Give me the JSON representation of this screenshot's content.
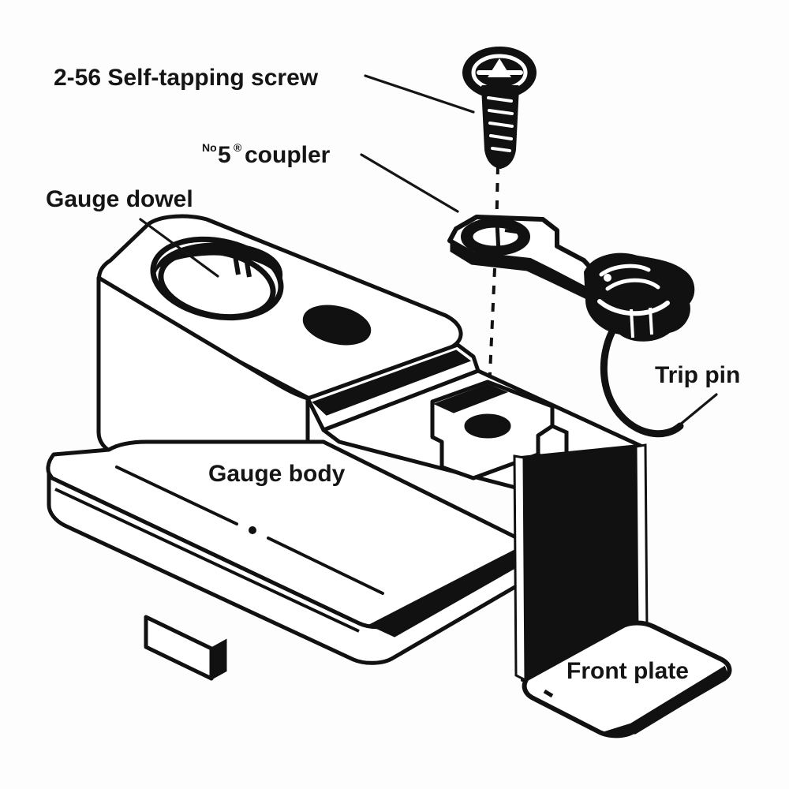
{
  "figure": {
    "title": "Coupler height gauge exploded assembly diagram",
    "style": "black and white technical line drawing",
    "background_color": "#fdfdfd",
    "ink_color": "#111111"
  },
  "labels": {
    "screw": {
      "text": "2-56 Self-tapping screw",
      "name": "label-self-tapping-screw"
    },
    "coupler": {
      "prefix_superscript": "No",
      "number": "5",
      "suffix_superscript": "®",
      "text": " coupler",
      "full_text": "No5® coupler",
      "name": "label-coupler"
    },
    "gauge_dowel": {
      "text": "Gauge  dowel",
      "name": "label-gauge-dowel"
    },
    "gauge_body": {
      "text": "Gauge  body",
      "name": "label-gauge-body"
    },
    "trip_pin": {
      "text": "Trip pin",
      "name": "label-trip-pin"
    },
    "front_plate": {
      "text": "Front plate",
      "name": "label-front-plate"
    }
  },
  "parts": [
    {
      "id": "screw",
      "name": "2-56 Self-tapping screw",
      "description": "pan head self-tapping screw with phillips drive and threaded shank"
    },
    {
      "id": "coupler",
      "name": "No5 coupler",
      "description": "knuckle coupler with flat shank, mounting hole and trip pin"
    },
    {
      "id": "trip_pin",
      "name": "Trip pin",
      "description": "curved wire hanging below the coupler knuckle"
    },
    {
      "id": "gauge_dowel",
      "name": "Gauge dowel",
      "description": "large counterbored hole in the raised block of the gauge body"
    },
    {
      "id": "gauge_body",
      "name": "Gauge body",
      "description": "main L-shaped block of the height gauge"
    },
    {
      "id": "front_plate",
      "name": "Front plate",
      "description": "horizontal plate at the front base of the gauge"
    }
  ],
  "annotations": {
    "centerline": "vertical dashed assembly centerline from screw through coupler hole into gauge pocket"
  }
}
